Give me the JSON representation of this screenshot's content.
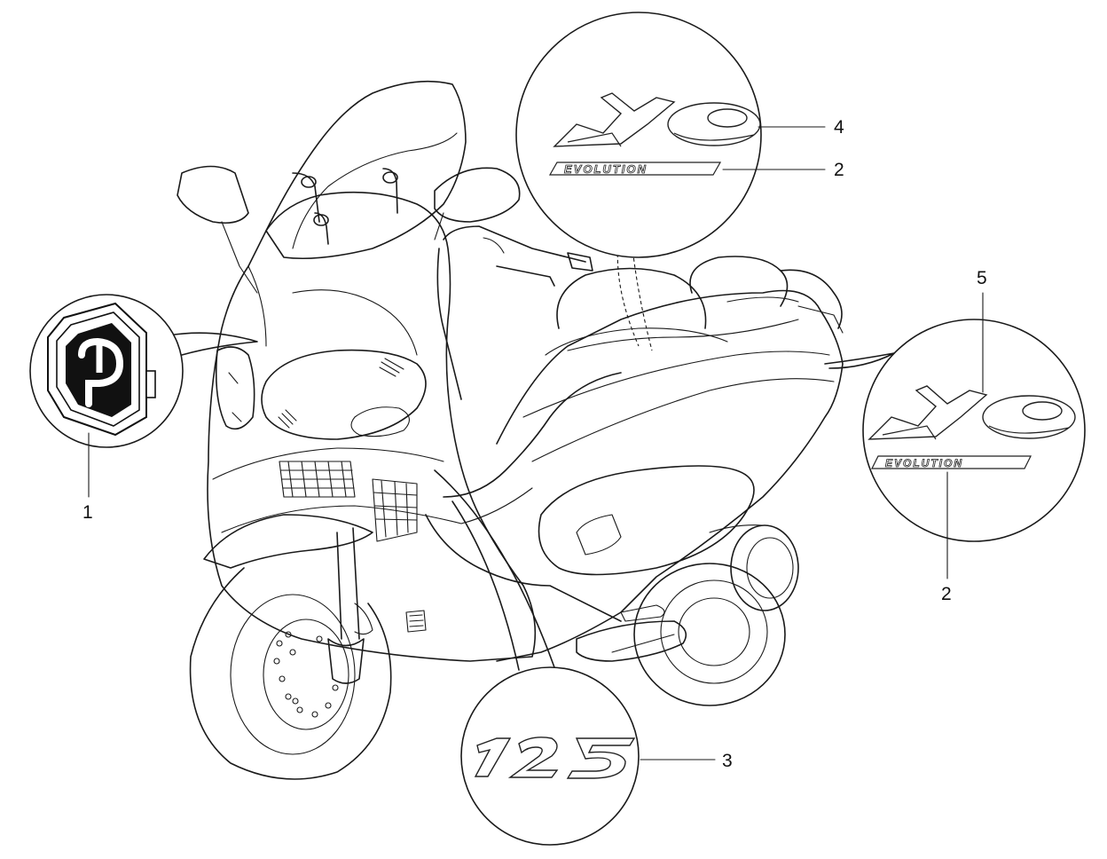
{
  "diagram": {
    "callouts": [
      {
        "id": "1",
        "label": "1"
      },
      {
        "id": "2a",
        "label": "2"
      },
      {
        "id": "2b",
        "label": "2"
      },
      {
        "id": "3",
        "label": "3"
      },
      {
        "id": "4",
        "label": "4"
      },
      {
        "id": "5",
        "label": "5"
      }
    ],
    "emblems": {
      "x9_logo_text": "X9",
      "evolution_text": "EVOLUTION",
      "displacement_text": "125",
      "piaggio_badge_icon": "piaggio-emblem-icon"
    }
  }
}
